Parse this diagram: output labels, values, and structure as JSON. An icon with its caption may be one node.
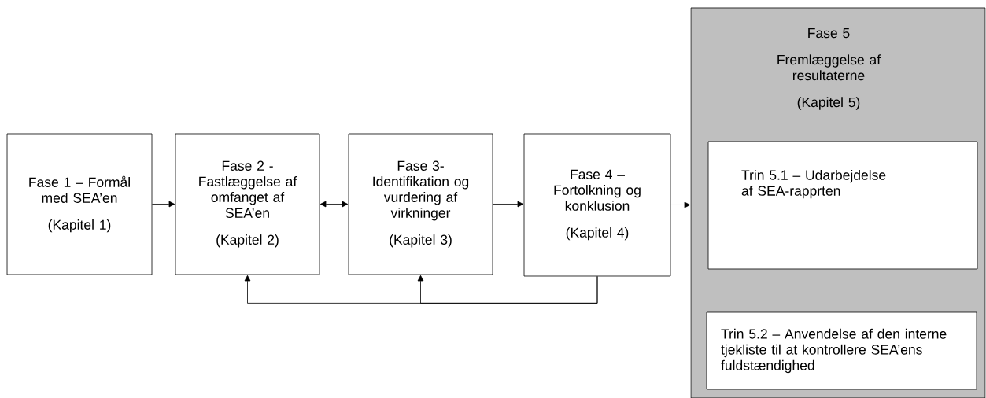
{
  "diagram": {
    "nodes": [
      {
        "text": [
          "Fase 1 – Formål med SEA’en",
          "(Kapitel 1)"
        ]
      },
      {
        "text": [
          "Fase 2 - Fastlæggelse af omfanget af SEA’en",
          "(Kapitel 2)"
        ]
      },
      {
        "text": [
          "Fase 3- Identifikation og vurdering af virkninger",
          "(Kapitel 3)"
        ]
      },
      {
        "text": [
          "Fase 4 – Fortolkning og konklusion",
          "(Kapitel 4)"
        ]
      },
      {
        "text": [
          "Fase 5",
          "Fremlæggelse af resultaterne",
          "(Kapitel 5)"
        ]
      },
      {
        "text": [
          "Trin 5.1 – Udarbejdelse af SEA-rapprten"
        ],
        "in": 4
      },
      {
        "text": [
          "Trin 5.2 – Anvendelse af den interne tjekliste til at kontrollere SEA’ens fuldstændighed"
        ],
        "in": 4
      }
    ],
    "edges": [
      {
        "from": 0,
        "to": 1,
        "arrow": "to"
      },
      {
        "from": 1,
        "to": 2,
        "arrow": "both"
      },
      {
        "from": 2,
        "to": 3,
        "arrow": "to"
      },
      {
        "from": 3,
        "to": 4,
        "arrow": "to"
      },
      {
        "from": 3,
        "to": 1,
        "arrow": "to"
      },
      {
        "from": 3,
        "to": 2,
        "arrow": "to"
      }
    ]
  }
}
